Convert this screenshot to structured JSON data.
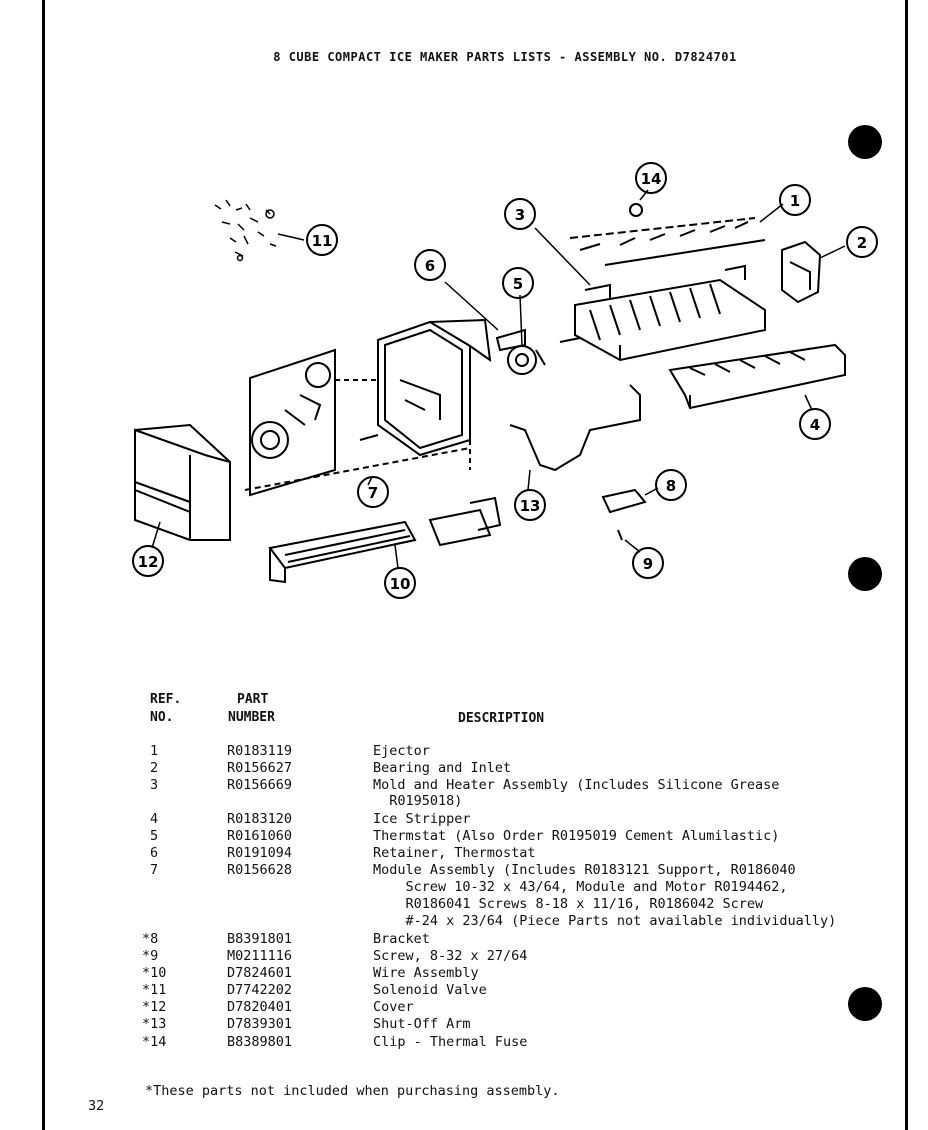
{
  "title": "8 CUBE COMPACT ICE MAKER PARTS LISTS - ASSEMBLY NO. D7824701",
  "callouts": [
    "1",
    "2",
    "3",
    "4",
    "5",
    "6",
    "7",
    "8",
    "9",
    "10",
    "11",
    "12",
    "13",
    "14"
  ],
  "table": {
    "headers": {
      "ref_line1": "REF.",
      "ref_line2": "NO.",
      "part_line1": "PART",
      "part_line2": "NUMBER",
      "desc": "DESCRIPTION"
    },
    "rows": [
      {
        "ref": "1",
        "part": "R0183119",
        "desc": "Ejector"
      },
      {
        "ref": "2",
        "part": "R0156627",
        "desc": "Bearing and Inlet"
      },
      {
        "ref": "3",
        "part": "R0156669",
        "desc": "Mold and Heater Assembly (Includes Silicone Grease\n  R0195018)"
      },
      {
        "ref": "4",
        "part": "R0183120",
        "desc": "Ice Stripper"
      },
      {
        "ref": "5",
        "part": "R0161060",
        "desc": "Thermstat (Also Order R0195019 Cement Alumilastic)"
      },
      {
        "ref": "6",
        "part": "R0191094",
        "desc": "Retainer, Thermostat"
      },
      {
        "ref": "7",
        "part": "R0156628",
        "desc": "Module Assembly (Includes R0183121 Support, R0186040\n    Screw 10-32 x 43/64, Module and Motor R0194462,\n    R0186041 Screws 8-18 x 11/16, R0186042 Screw\n    #-24 x 23/64 (Piece Parts not available individually)"
      },
      {
        "ref": "*8",
        "part": "B8391801",
        "desc": "Bracket"
      },
      {
        "ref": "*9",
        "part": "M0211116",
        "desc": "Screw, 8-32 x 27/64"
      },
      {
        "ref": "*10",
        "part": "D7824601",
        "desc": "Wire Assembly"
      },
      {
        "ref": "*11",
        "part": "D7742202",
        "desc": "Solenoid Valve"
      },
      {
        "ref": "*12",
        "part": "D7820401",
        "desc": "Cover"
      },
      {
        "ref": "*13",
        "part": "D7839301",
        "desc": "Shut-Off Arm"
      },
      {
        "ref": "*14",
        "part": "B8389801",
        "desc": "Clip - Thermal Fuse"
      }
    ]
  },
  "footnote": "*These parts not included when purchasing assembly.",
  "page_number": "32"
}
